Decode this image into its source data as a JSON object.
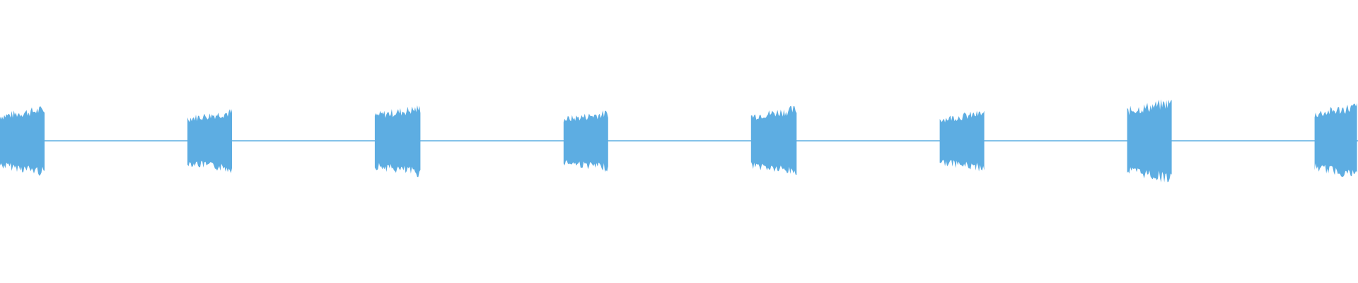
{
  "waveform": {
    "color": "#5dade2",
    "background": "#ffffff",
    "bursts": [
      {
        "start": 0.0,
        "end": 0.033,
        "level": 0.64
      },
      {
        "start": 0.138,
        "end": 0.171,
        "level": 0.58
      },
      {
        "start": 0.276,
        "end": 0.31,
        "level": 0.66
      },
      {
        "start": 0.415,
        "end": 0.448,
        "level": 0.56
      },
      {
        "start": 0.553,
        "end": 0.587,
        "level": 0.64
      },
      {
        "start": 0.692,
        "end": 0.725,
        "level": 0.56
      },
      {
        "start": 0.83,
        "end": 0.863,
        "level": 0.78
      },
      {
        "start": 0.968,
        "end": 1.0,
        "level": 0.7
      }
    ],
    "silence_level": 0.01
  }
}
